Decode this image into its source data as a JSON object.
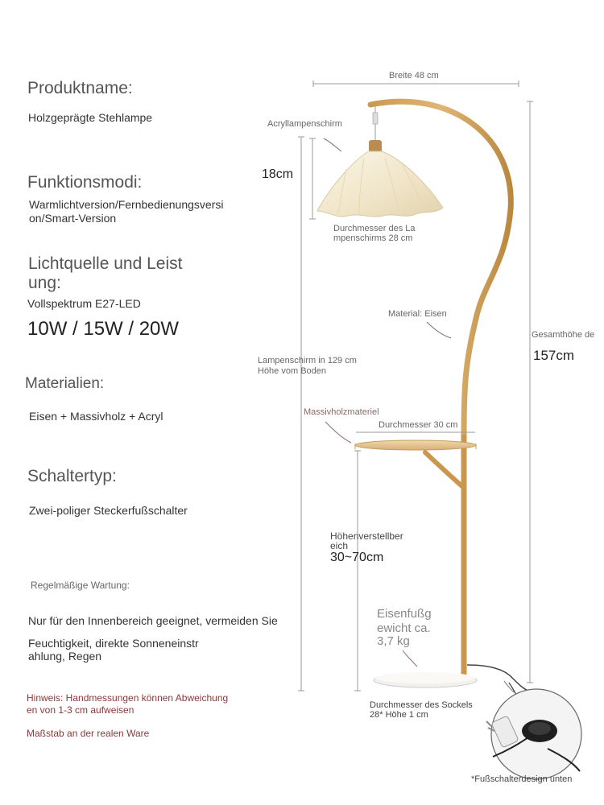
{
  "left": {
    "produktname_label": "Produktname:",
    "produktname_value": "Holzgeprägte Stehlampe",
    "funktion_label": "Funktionsmodi:",
    "funktion_value_1": "Warmlichtversion/Fernbedienungsversi",
    "funktion_value_2": "on/Smart-Version",
    "licht_label_1": "Lichtquelle und Leist",
    "licht_label_2": "ung:",
    "licht_value": "Vollspektrum E27-LED",
    "licht_watt": "10W / 15W / 20W",
    "material_label": "Materialien:",
    "material_value": "Eisen + Massivholz + Acryl",
    "schalter_label": "Schaltertyp:",
    "schalter_value": "Zwei-poliger Steckerfußschalter",
    "wartung_label": "Regelmäßige Wartung:",
    "wartung_1": "Nur für den Innenbereich geeignet, vermeiden Sie",
    "wartung_2": "Feuchtigkeit, direkte Sonneneinstr",
    "wartung_3": "ahlung, Regen",
    "hinweis_1": "Hinweis: Handmessungen können Abweichung",
    "hinweis_2": "en von 1-3 cm aufweisen",
    "massstab": "Maßstab an der realen Ware"
  },
  "diagram": {
    "breite": "Breite 48 cm",
    "acryl": "Acryllampenschirm",
    "shade_height": "18cm",
    "shade_diam_1": "Durchmesser des La",
    "shade_diam_2": "mpenschirms 28 cm",
    "material_eisen": "Material: Eisen",
    "gesamthoehe": "Gesamthöhe de",
    "gesamthoehe_value": "157cm",
    "lampenschirm_1": "Lampenschirm in 129 cm",
    "lampenschirm_2": "Höhe vom Boden",
    "massivholz": "Massivholzmateriel",
    "tisch_diam": "Durchmesser 30 cm",
    "hoehe_1": "Höhenverstellber",
    "hoehe_2": "eich",
    "hoehe_value": "30~70cm",
    "fuss_1": "Eisenfußg",
    "fuss_2": "ewicht ca.",
    "fuss_3": "3,7 kg",
    "sockel_1": "Durchmesser des Sockels",
    "sockel_2": "28* Höhe 1 cm",
    "switch_caption": "*Fußschalterdesign unten"
  }
}
